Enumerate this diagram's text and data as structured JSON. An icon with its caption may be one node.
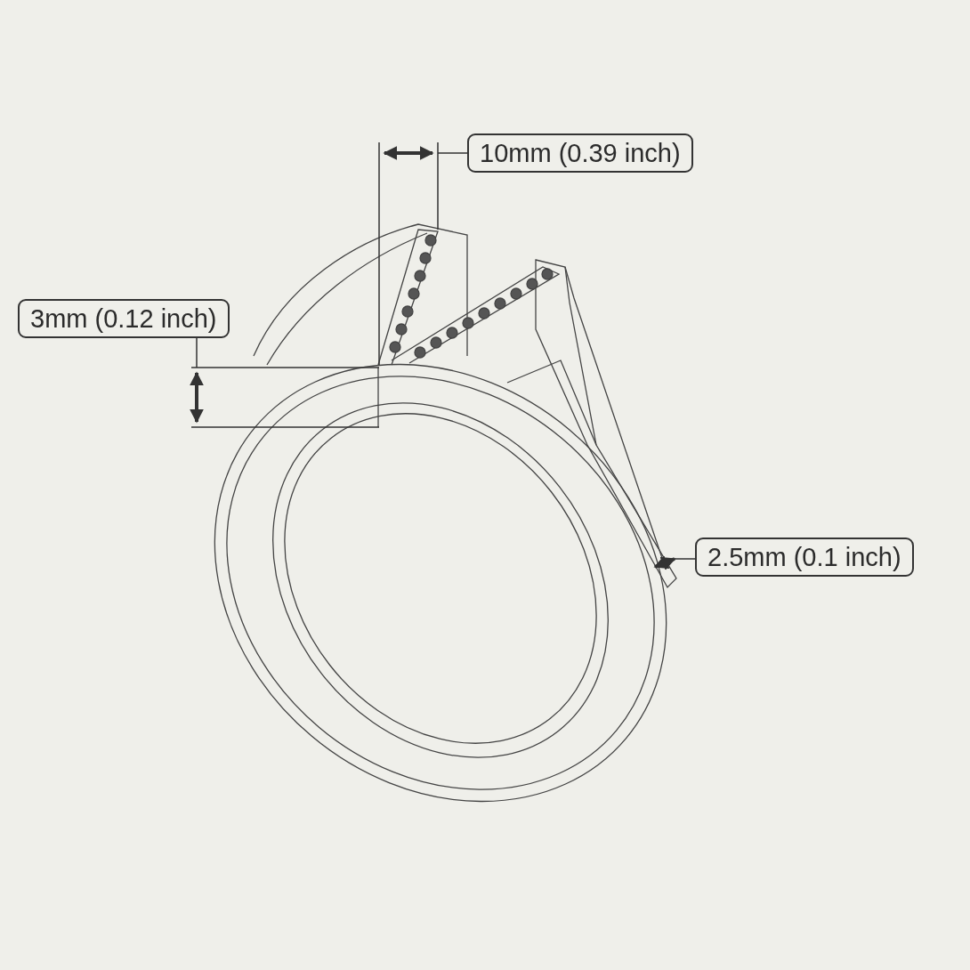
{
  "diagram": {
    "labels": [
      "10mm (0.39 inch)",
      "3mm (0.12 inch)",
      "2.5mm (0.1 inch)"
    ]
  }
}
